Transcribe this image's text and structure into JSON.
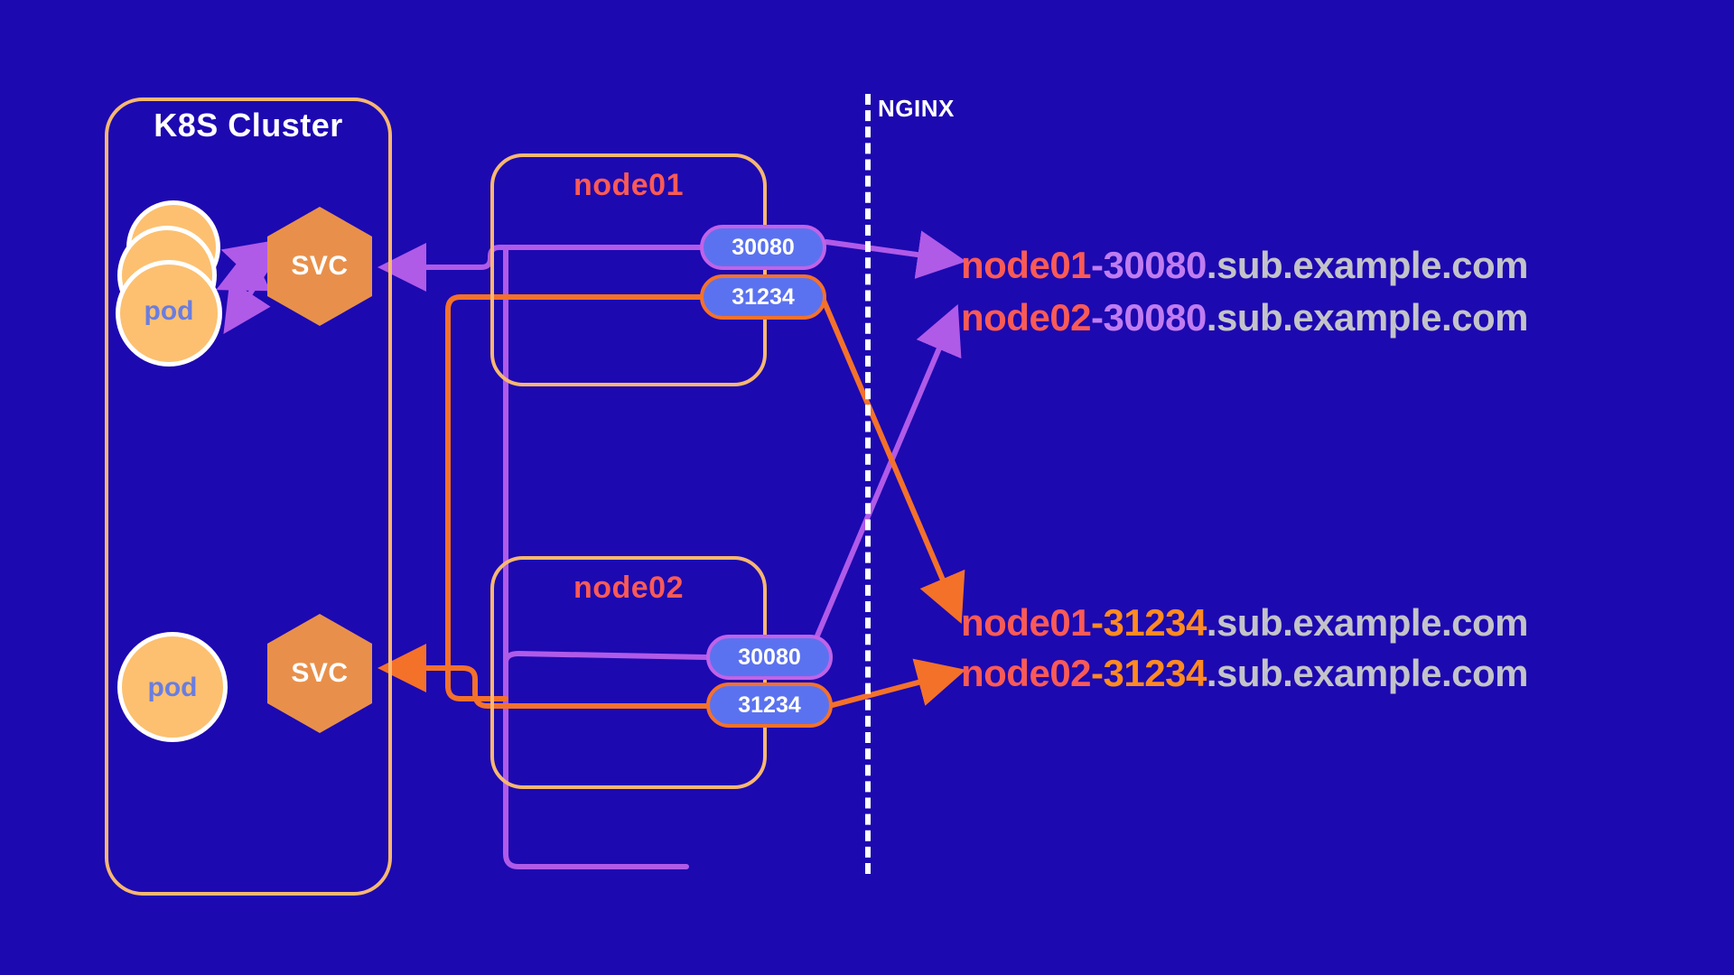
{
  "diagram": {
    "background_color": "#1d09b0",
    "cluster": {
      "title": "K8S Cluster",
      "border_color": "#f7b771"
    },
    "pods": {
      "top_label": "pod",
      "bottom_label": "pod",
      "fill_color": "#fcc070",
      "text_color": "#6a7de0"
    },
    "services": {
      "top_label": "SVC",
      "bottom_label": "SVC",
      "fill_color": "#e8904b"
    },
    "nodes": [
      {
        "name": "node01",
        "ports": [
          {
            "value": "30080",
            "accent": "#c063e8"
          },
          {
            "value": "31234",
            "accent": "#f4712a"
          }
        ]
      },
      {
        "name": "node02",
        "ports": [
          {
            "value": "30080",
            "accent": "#c063e8"
          },
          {
            "value": "31234",
            "accent": "#f4712a"
          }
        ]
      }
    ],
    "nginx": {
      "label": "NGINX",
      "divider_color": "#ffffff",
      "divider_style": "dashed"
    },
    "domains": [
      {
        "host": "node01",
        "port": "-30080",
        "suffix": ".sub.example.com",
        "port_color": "#c07cf0"
      },
      {
        "host": "node02",
        "port": "-30080",
        "suffix": ".sub.example.com",
        "port_color": "#c07cf0"
      },
      {
        "host": "node01",
        "port": "-31234",
        "suffix": ".sub.example.com",
        "port_color": "#ff8a20"
      },
      {
        "host": "node02",
        "port": "-31234",
        "suffix": ".sub.example.com",
        "port_color": "#ff8a20"
      }
    ],
    "wire_colors": {
      "purple": "#b05ae8",
      "orange": "#f4712a",
      "node_border": "#f7b771"
    }
  }
}
